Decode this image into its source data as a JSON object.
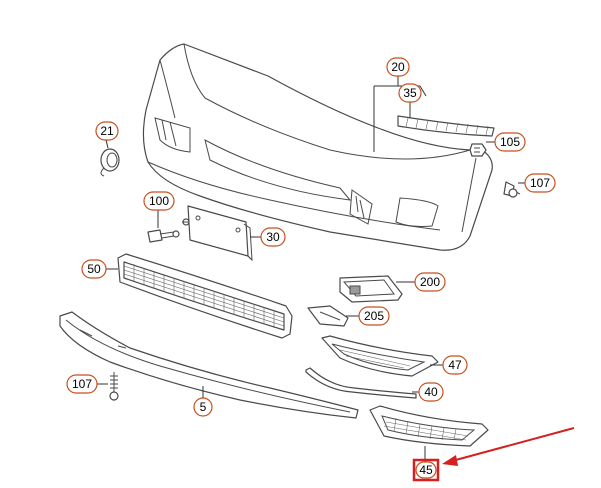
{
  "callouts": {
    "c20": "20",
    "c35": "35",
    "c105": "105",
    "c107_right": "107",
    "c21": "21",
    "c100": "100",
    "c30": "30",
    "c50": "50",
    "c200": "200",
    "c205": "205",
    "c47": "47",
    "c107_left": "107",
    "c5": "5",
    "c40": "40",
    "c45": "45"
  },
  "highlight": {
    "target_part": "45",
    "arrow_color": "#d42020",
    "box_color": "#d42020"
  },
  "colors": {
    "callout_stroke": "#c8501e",
    "line": "#4a4a4a"
  }
}
